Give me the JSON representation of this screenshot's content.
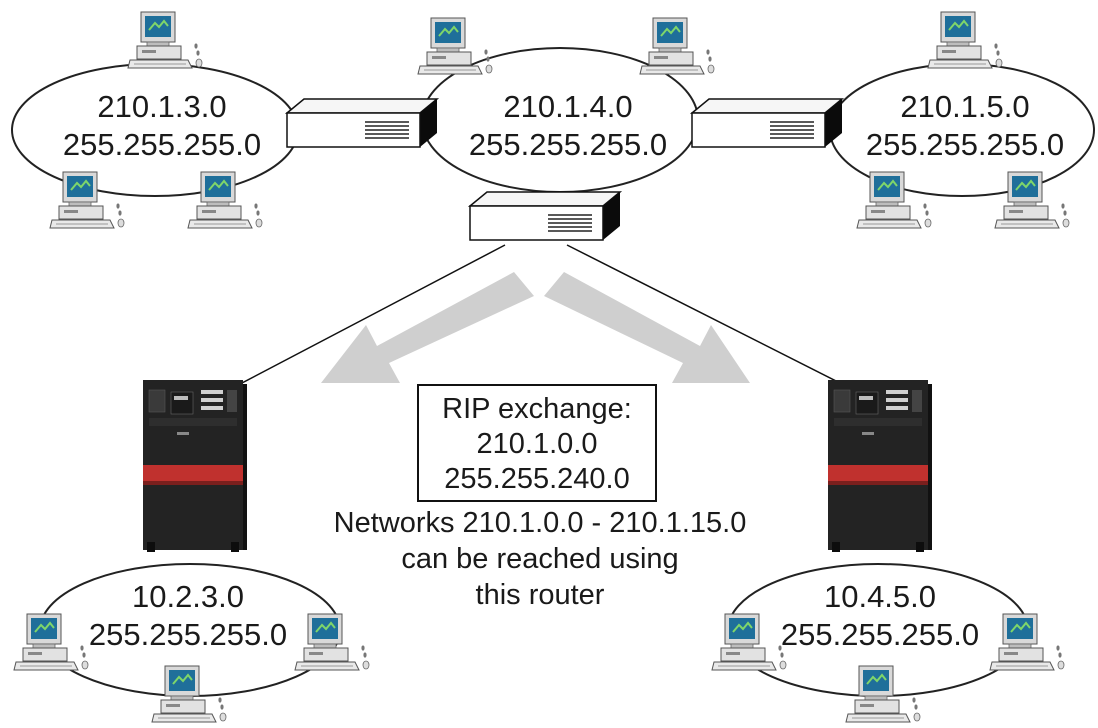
{
  "networks": [
    {
      "address": "210.1.3.0",
      "mask": "255.255.255.0"
    },
    {
      "address": "210.1.4.0",
      "mask": "255.255.255.0"
    },
    {
      "address": "210.1.5.0",
      "mask": "255.255.255.0"
    },
    {
      "address": "10.2.3.0",
      "mask": "255.255.255.0"
    },
    {
      "address": "10.4.5.0",
      "mask": "255.255.255.0"
    }
  ],
  "rip_box": {
    "line1": "RIP exchange:",
    "line2": "210.1.0.0",
    "line3": "255.255.240.0"
  },
  "note": {
    "line1": "Networks 210.1.0.0 - 210.1.15.0",
    "line2": "can be reached using",
    "line3": "this router"
  },
  "icons": {
    "workstation": "workstation-icon",
    "router": "router-icon",
    "server": "server-icon",
    "arrow": "rip-arrow"
  },
  "colors": {
    "server_body": "#232323",
    "server_stripe": "#c0312e",
    "monitor_screen": "#1f6f9a",
    "arrow": "#cfcfcf"
  }
}
